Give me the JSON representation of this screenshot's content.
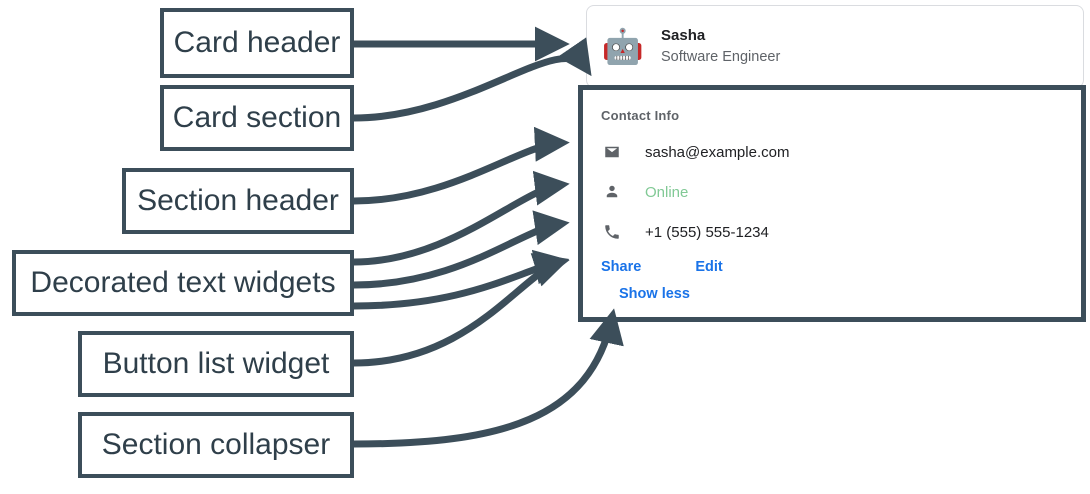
{
  "annotations": [
    {
      "id": "card-header",
      "label": "Card header"
    },
    {
      "id": "card-section",
      "label": "Card section"
    },
    {
      "id": "section-header",
      "label": "Section header"
    },
    {
      "id": "decorated",
      "label": "Decorated text widgets"
    },
    {
      "id": "button-list",
      "label": "Button list widget"
    },
    {
      "id": "collapser",
      "label": "Section collapser"
    }
  ],
  "colors": {
    "annotation_stroke": "#3c4e5a",
    "link_blue": "#1a73e8",
    "status_green": "#81c995",
    "muted_gray": "#5f6368",
    "card_border": "#dadce0"
  },
  "card": {
    "header": {
      "avatar_icon": "robot-face-icon",
      "avatar_glyph": "🤖",
      "title": "Sasha",
      "subtitle": "Software Engineer"
    },
    "section": {
      "header": "Contact Info",
      "rows": [
        {
          "icon": "email-icon",
          "text": "sasha@example.com",
          "style": "default"
        },
        {
          "icon": "person-icon",
          "text": "Online",
          "style": "online"
        },
        {
          "icon": "phone-icon",
          "text": "+1 (555) 555-1234",
          "style": "default"
        }
      ],
      "buttons": [
        {
          "label": "Share"
        },
        {
          "label": "Edit"
        }
      ],
      "collapser": {
        "label": "Show less"
      }
    }
  }
}
